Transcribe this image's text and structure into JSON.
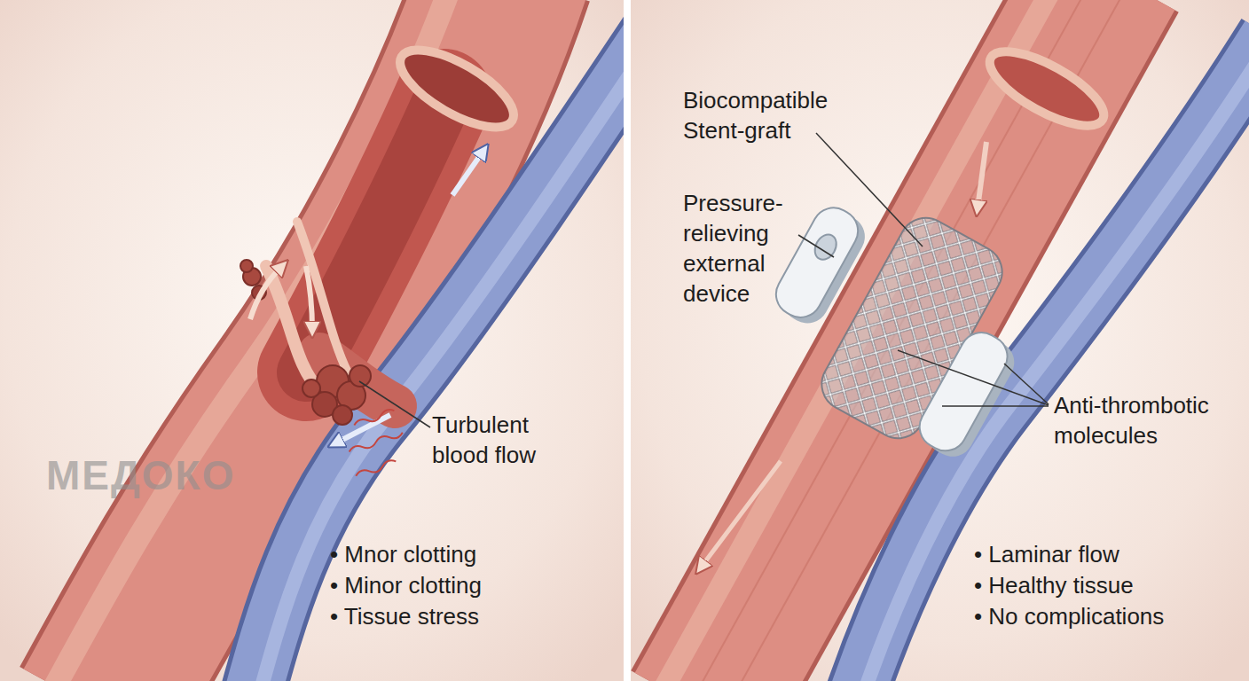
{
  "diagram": {
    "labels": [
      "Turbulent blood flow",
      "• Mnor clotting",
      "• Minor clotting",
      "• Tissue stress",
      "МЕДОКО",
      "Biocompatible Stent-graft",
      "Pressure-relieving external device",
      "Anti-thrombotic molecules",
      "• Laminar flow",
      "• Healthy tissue",
      "• No complications"
    ]
  }
}
